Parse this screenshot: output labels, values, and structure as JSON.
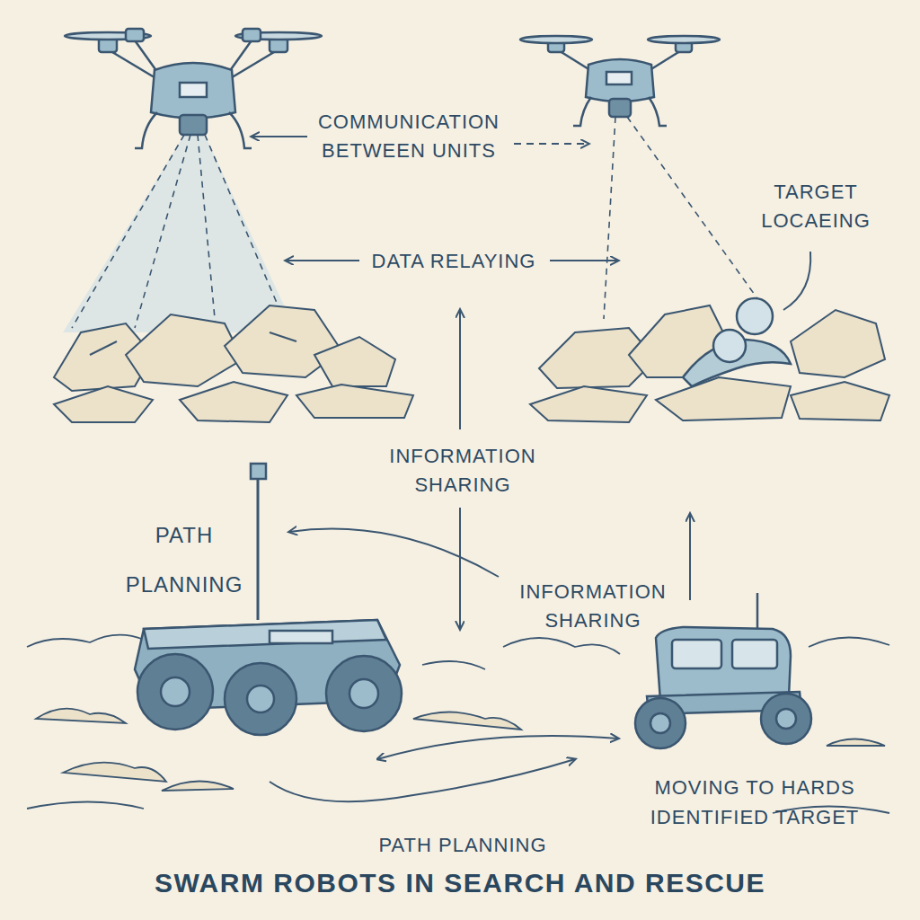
{
  "diagram": {
    "title": "SWARM ROBOTS IN SEARCH AND RESCUE",
    "labels": [
      "COMMUNICATION BETWEEN UNITS",
      "TARGET LOCAEING",
      "DATA RELAYING",
      "INFORMATION SHARING",
      "PATH PLANNING",
      "INFORMATION SHARING",
      "MOVING TO HARDS IDENTIFIED TARGET",
      "PATH PLANNING"
    ]
  }
}
